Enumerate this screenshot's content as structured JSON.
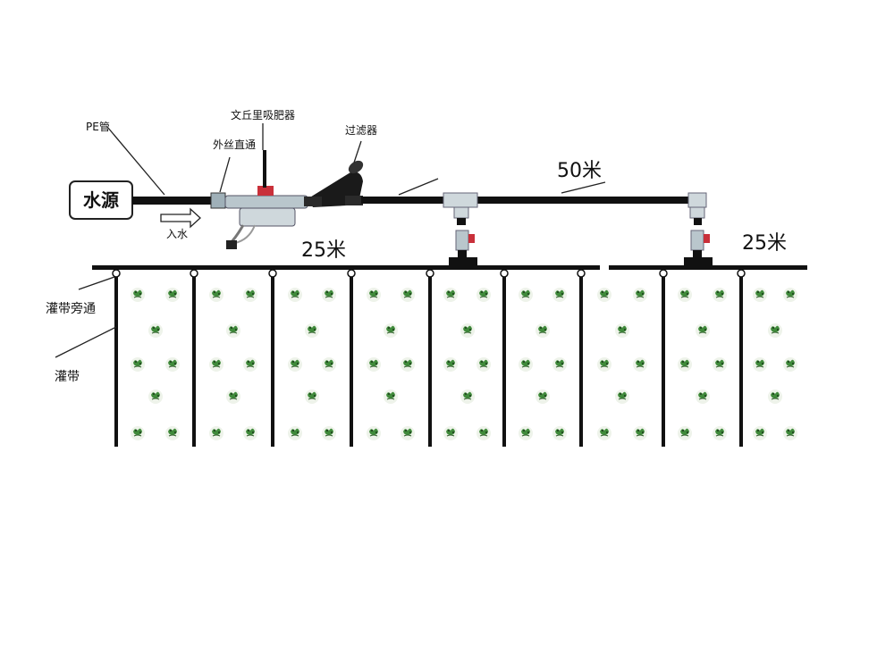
{
  "labels": {
    "water_source": "水源",
    "pe_pipe": "PE管",
    "external_thread_straight": "外丝直通",
    "venturi_fertilizer": "文丘里吸肥器",
    "filter": "过滤器",
    "water_in": "入水",
    "bypass": "灌带旁通",
    "drip_tape": "灌带"
  },
  "dimensions": {
    "main_pipe_length": "50米",
    "left_header_length": "25米",
    "right_header_length": "25米"
  },
  "colors": {
    "pipe": "#111111",
    "valve_handle": "#c9303a",
    "fitting": "#b9c6cc",
    "plant": "#3f8a3a"
  },
  "icons": {
    "flow_arrow": "arrow-right-icon",
    "plant": "plant-icon"
  }
}
